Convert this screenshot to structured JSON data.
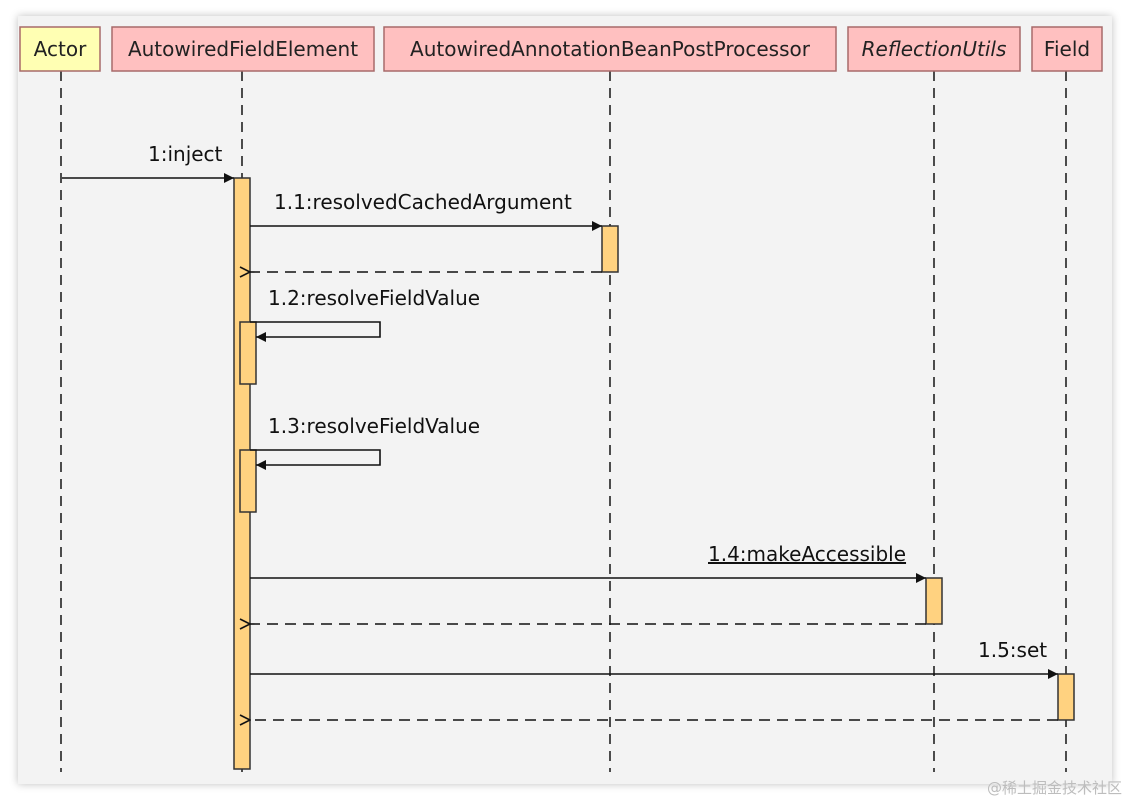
{
  "diagram": {
    "participants": [
      {
        "id": "actor",
        "label": "Actor",
        "fill": "#ffffb3",
        "italic": false
      },
      {
        "id": "awfe",
        "label": "AutowiredFieldElement",
        "fill": "#ffc0c0",
        "italic": false
      },
      {
        "id": "aabpp",
        "label": "AutowiredAnnotationBeanPostProcessor",
        "fill": "#ffc0c0",
        "italic": false
      },
      {
        "id": "ru",
        "label": "ReflectionUtils",
        "fill": "#ffc0c0",
        "italic": true
      },
      {
        "id": "field",
        "label": "Field",
        "fill": "#ffc0c0",
        "italic": false
      }
    ],
    "messages": [
      {
        "id": "m1",
        "label": "1:inject",
        "from": "actor",
        "to": "awfe",
        "kind": "call",
        "underlined": false
      },
      {
        "id": "m11",
        "label": "1.1:resolvedCachedArgument",
        "from": "awfe",
        "to": "aabpp",
        "kind": "call",
        "underlined": false
      },
      {
        "id": "m11r",
        "label": "",
        "from": "aabpp",
        "to": "awfe",
        "kind": "return",
        "underlined": false
      },
      {
        "id": "m12",
        "label": "1.2:resolveFieldValue",
        "from": "awfe",
        "to": "awfe",
        "kind": "self",
        "underlined": false
      },
      {
        "id": "m13",
        "label": "1.3:resolveFieldValue",
        "from": "awfe",
        "to": "awfe",
        "kind": "self",
        "underlined": false
      },
      {
        "id": "m14",
        "label": "1.4:makeAccessible",
        "from": "awfe",
        "to": "ru",
        "kind": "call",
        "underlined": true
      },
      {
        "id": "m14r",
        "label": "",
        "from": "ru",
        "to": "awfe",
        "kind": "return",
        "underlined": false
      },
      {
        "id": "m15",
        "label": "1.5:set",
        "from": "awfe",
        "to": "field",
        "kind": "call",
        "underlined": false
      },
      {
        "id": "m15r",
        "label": "",
        "from": "field",
        "to": "awfe",
        "kind": "return",
        "underlined": false
      }
    ],
    "colors": {
      "activation": "#ffd280",
      "background": "#f3f3f3",
      "participant_border": "#a86a6a"
    }
  },
  "watermark": "@稀土掘金技术社区"
}
